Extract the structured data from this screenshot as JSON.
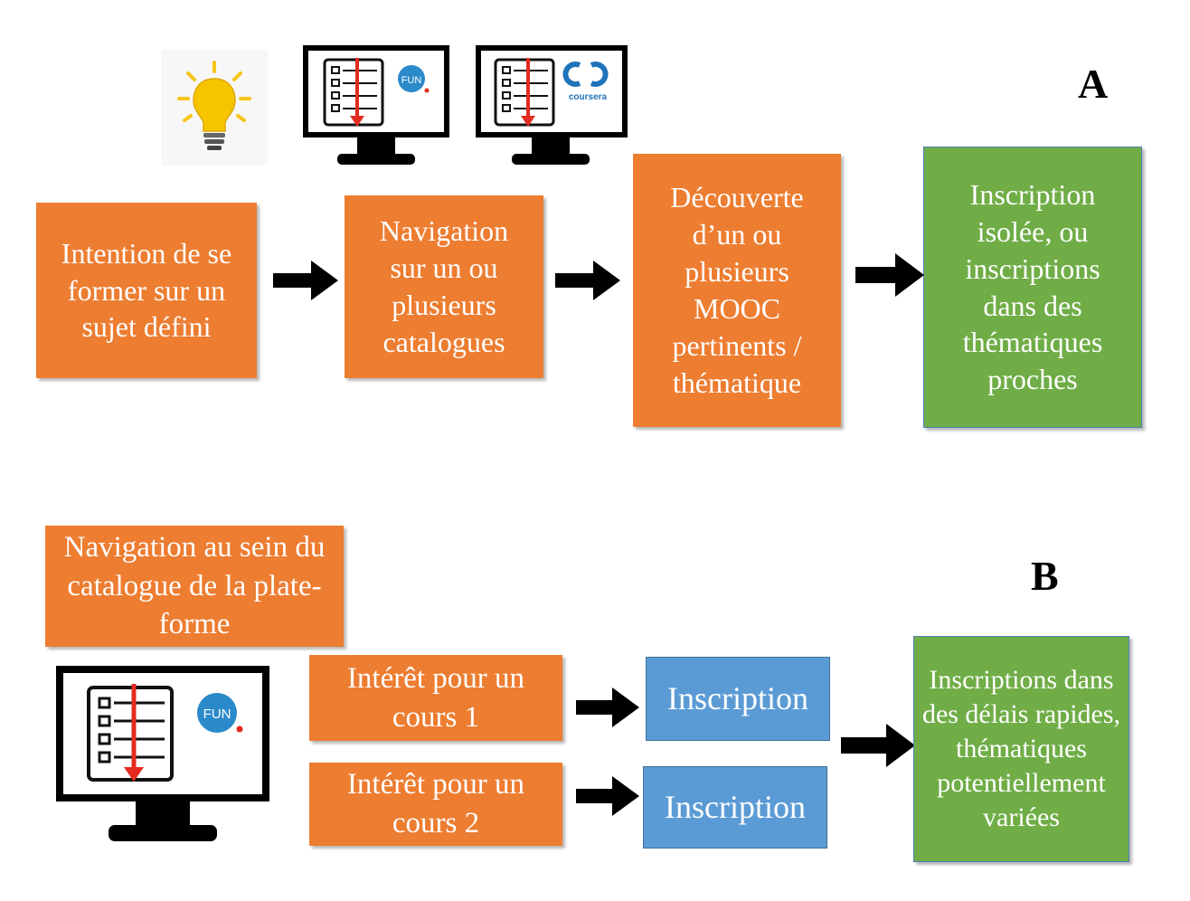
{
  "section_a": {
    "label": "A",
    "icons": [
      "lightbulb-icon",
      "monitor-fun-icon",
      "monitor-coursera-icon"
    ],
    "logo_fun": "FUN",
    "logo_coursera": "coursera",
    "steps": [
      "Intention de se former sur un sujet défini",
      "Navigation sur un ou plusieurs catalogues",
      "Découverte d’un ou plusieurs MOOC pertinents / thématique",
      "Inscription isolée, ou inscriptions dans des thématiques proches"
    ]
  },
  "section_b": {
    "label": "B",
    "header": "Navigation au sein du catalogue de la plate-forme",
    "logo_fun": "FUN",
    "interest_1": "Intérêt pour un cours 1",
    "interest_2": "Intérêt pour un cours 2",
    "inscription_1": "Inscription",
    "inscription_2": "Inscription",
    "result": "Inscriptions dans des délais rapides, thématiques potentiellement variées"
  },
  "colors": {
    "orange": "#ed7d31",
    "green": "#70ad47",
    "blue": "#5b9bd5",
    "red_arrow": "#e32b1f"
  }
}
